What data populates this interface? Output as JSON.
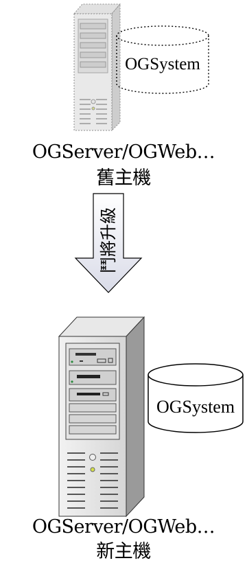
{
  "old_server": {
    "db_label": "OGSystem",
    "label": "OGServer/OGWeb…",
    "caption": "舊主機"
  },
  "arrow": {
    "label": "鬥將升級"
  },
  "new_server": {
    "db_label": "OGSystem",
    "label": "OGServer/OGWeb…",
    "caption": "新主機"
  }
}
